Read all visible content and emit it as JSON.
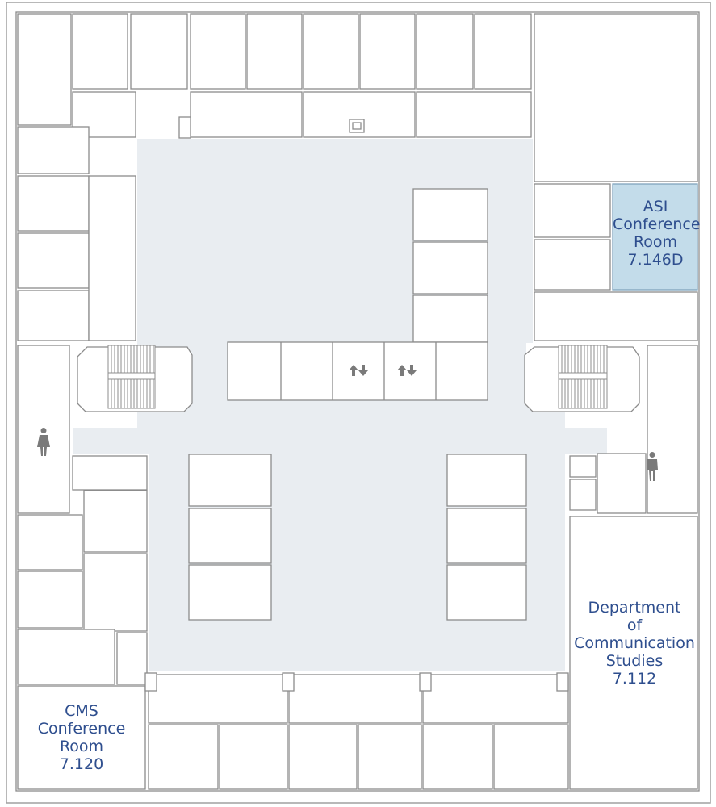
{
  "floorplan": {
    "colors": {
      "corridor": "#e9edf1",
      "highlight": "#c3dcea",
      "walls": "#8c8c8c",
      "label_text": "#2e4e8e",
      "icons": "#7a7a7a"
    },
    "rooms": {
      "asi_conference": {
        "line1": "ASI",
        "line2": "Conference",
        "line3": "Room",
        "number": "7.146D"
      },
      "communication_studies": {
        "line1": "Department",
        "line2": "of",
        "line3": "Communication",
        "line4": "Studies",
        "number": "7.112"
      },
      "cms_conference": {
        "line1": "CMS",
        "line2": "Conference",
        "line3": "Room",
        "number": "7.120"
      }
    },
    "icons": {
      "restroom_women": "women-restroom-icon",
      "restroom_men": "men-restroom-icon",
      "elevator": "elevator-icon",
      "stairs": "stairs-icon"
    }
  }
}
